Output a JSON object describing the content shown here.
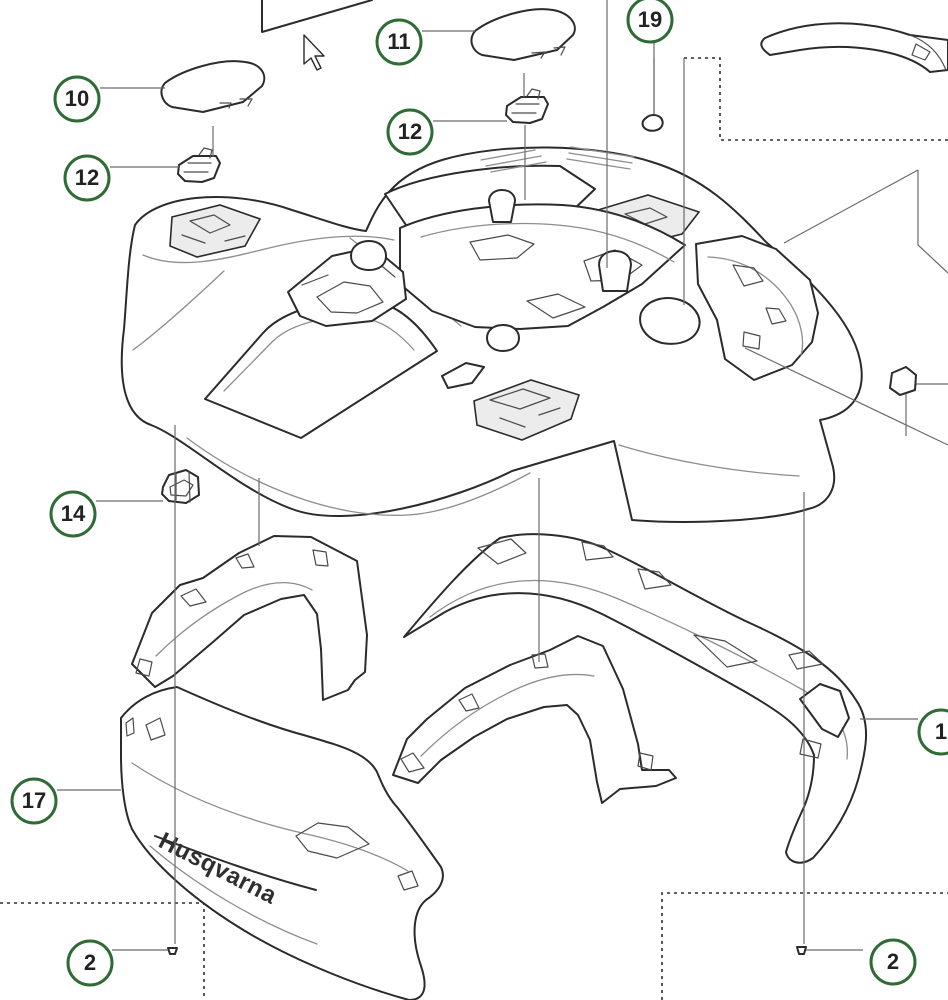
{
  "diagram": {
    "callouts": [
      {
        "id": "callout-10",
        "label": "10"
      },
      {
        "id": "callout-12-left",
        "label": "12"
      },
      {
        "id": "callout-11",
        "label": "11"
      },
      {
        "id": "callout-12-right",
        "label": "12"
      },
      {
        "id": "callout-19",
        "label": "19"
      },
      {
        "id": "callout-14",
        "label": "14"
      },
      {
        "id": "callout-17",
        "label": "17"
      },
      {
        "id": "callout-2-left",
        "label": "2"
      },
      {
        "id": "callout-2-right",
        "label": "2"
      },
      {
        "id": "callout-1",
        "label": "1"
      }
    ],
    "brand": {
      "text": "Husqvarna"
    },
    "colors": {
      "callout_stroke": "#2f6b35",
      "line": "#2b2b2b",
      "background": "#ffffff"
    }
  }
}
